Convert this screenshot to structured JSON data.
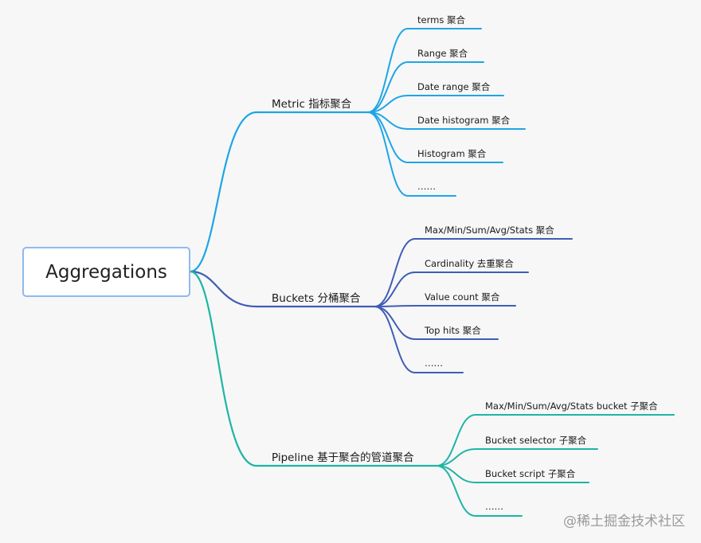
{
  "root": {
    "label": "Aggregations"
  },
  "branches": [
    {
      "label": "Metric 指标聚合",
      "color": "#1ea5e6",
      "children": [
        "terms 聚合",
        "Range 聚合",
        "Date range 聚合",
        "Date histogram 聚合",
        "Histogram 聚合",
        "……"
      ]
    },
    {
      "label": "Buckets 分桶聚合",
      "color": "#3f5db6",
      "children": [
        "Max/Min/Sum/Avg/Stats 聚合",
        "Cardinality 去重聚合",
        "Value count 聚合",
        "Top hits 聚合",
        "……"
      ]
    },
    {
      "label": "Pipeline 基于聚合的管道聚合",
      "color": "#1eb5a5",
      "children": [
        "Max/Min/Sum/Avg/Stats bucket 子聚合",
        "Bucket selector 子聚合",
        "Bucket script 子聚合",
        "……"
      ]
    }
  ],
  "watermark": "@稀土掘金技术社区"
}
